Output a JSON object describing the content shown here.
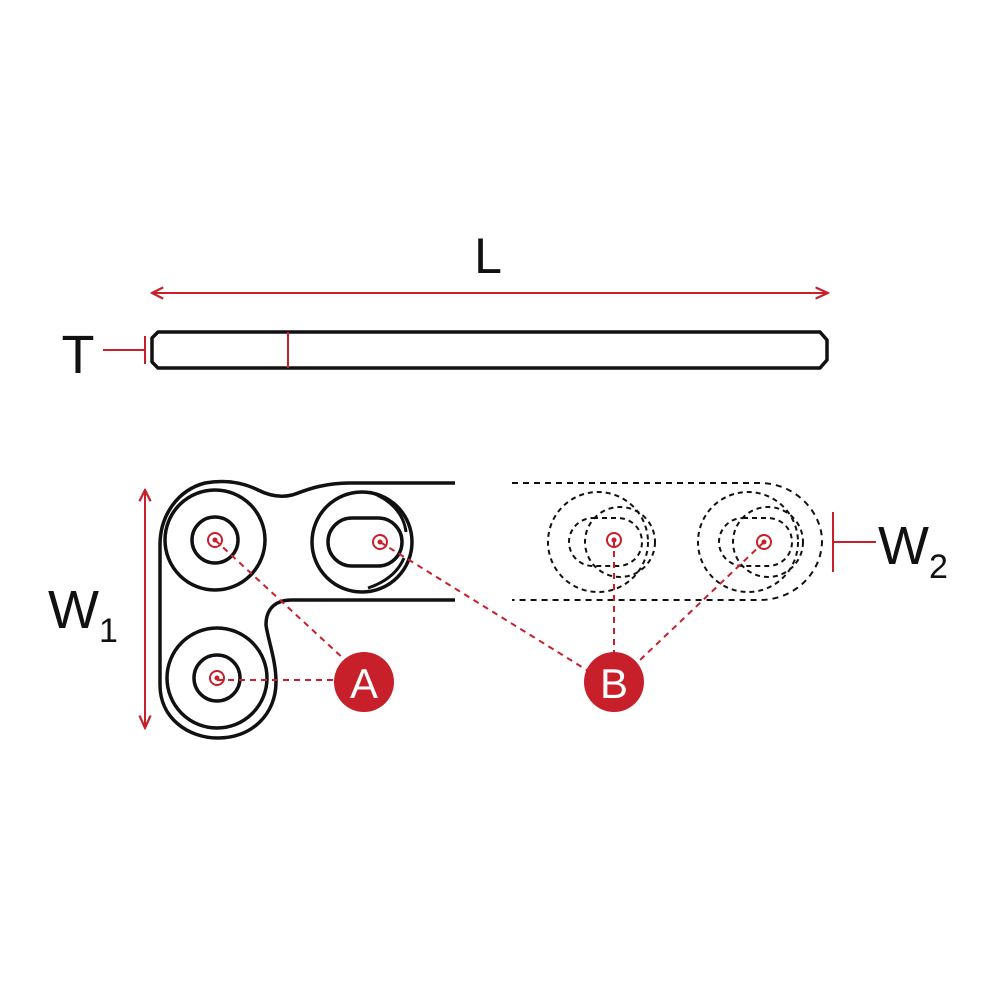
{
  "labels": {
    "length": "L",
    "thickness": "T",
    "width1_main": "W",
    "width1_sub": "1",
    "width2_main": "W",
    "width2_sub": "2"
  },
  "callouts": [
    {
      "id": "A",
      "text": "A"
    },
    {
      "id": "B",
      "text": "B"
    }
  ],
  "colors": {
    "outline": "#111111",
    "dimension": "#c8202a",
    "callout_fill": "#c8202a",
    "callout_text": "#ffffff",
    "background": "#ffffff"
  }
}
